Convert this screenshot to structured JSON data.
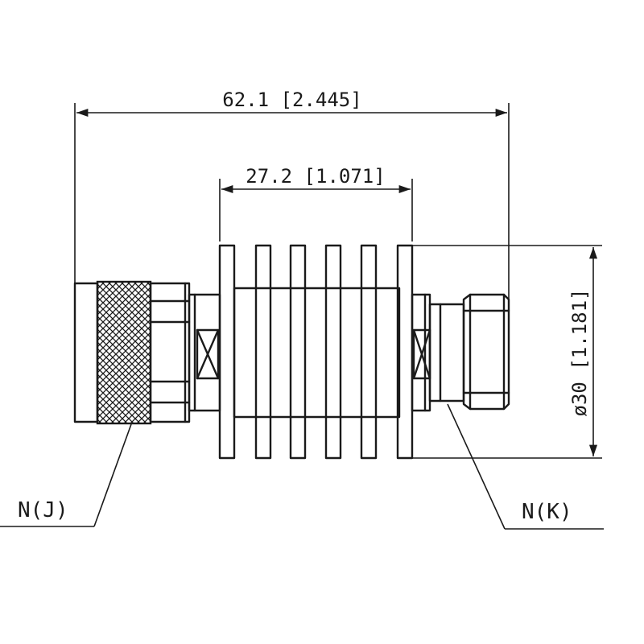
{
  "dimensions": {
    "overall_length": "62.1 [2.445]",
    "fin_length": "27.2 [1.071]",
    "diameter": "ø30 [1.181]"
  },
  "labels": {
    "left_connector": "N(J)",
    "right_connector": "N(K)"
  },
  "colors": {
    "line": "#1a1a1a",
    "background": "#ffffff"
  }
}
